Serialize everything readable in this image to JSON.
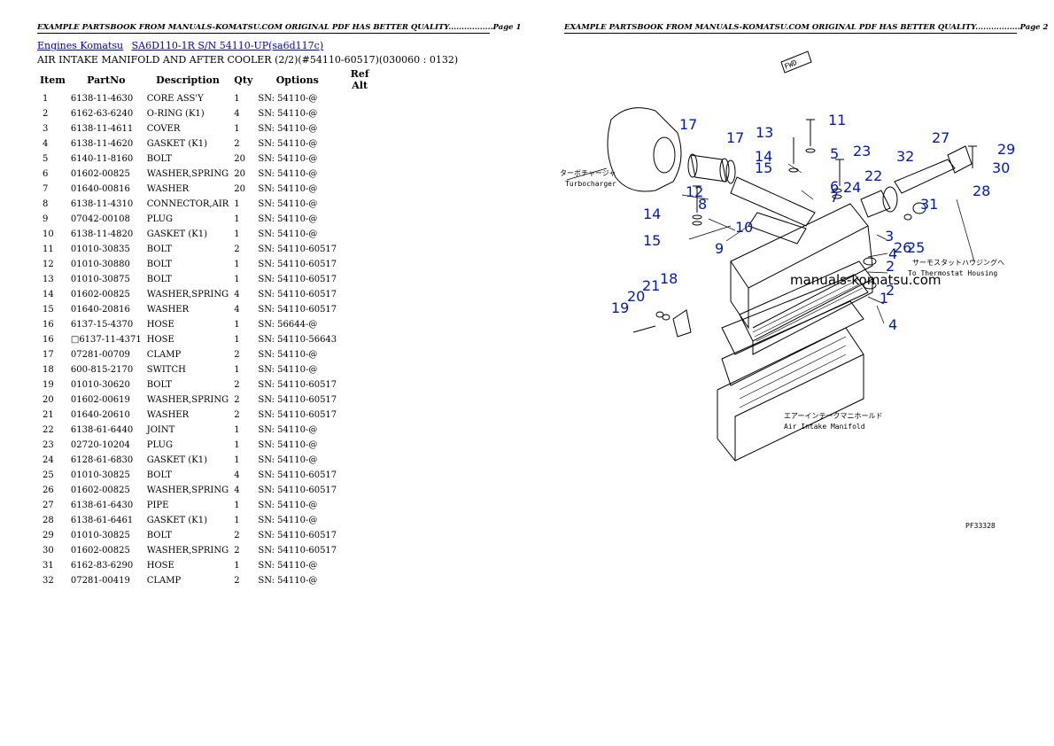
{
  "header": {
    "page1": "EXAMPLE PARTSBOOK FROM MANUALS-KOMATSU.COM ORIGINAL PDF HAS BETTER QUALITY.................Page 1",
    "page2": "EXAMPLE PARTSBOOK FROM MANUALS-KOMATSU.COM ORIGINAL PDF HAS BETTER QUALITY.................Page 2"
  },
  "breadcrumb": {
    "link1": "Engines Komatsu",
    "link2": "SA6D110-1R S/N 54110-UP(sa6d117c)"
  },
  "subtitle": "AIR INTAKE MANIFOLD AND AFTER COOLER (2/2)(#54110-60517)(030060 : 0132)",
  "table": {
    "headers": [
      "Item",
      "PartNo",
      "Description",
      "Qty",
      "Options",
      "Ref Alt"
    ],
    "rows": [
      [
        "1",
        "6138-11-4630",
        "CORE ASS'Y",
        "1",
        "SN: 54110-@",
        ""
      ],
      [
        "2",
        "6162-63-6240",
        "O-RING (K1)",
        "4",
        "SN: 54110-@",
        ""
      ],
      [
        "3",
        "6138-11-4611",
        "COVER",
        "1",
        "SN: 54110-@",
        ""
      ],
      [
        "4",
        "6138-11-4620",
        "GASKET (K1)",
        "2",
        "SN: 54110-@",
        ""
      ],
      [
        "5",
        "6140-11-8160",
        "BOLT",
        "20",
        "SN: 54110-@",
        ""
      ],
      [
        "6",
        "01602-00825",
        "WASHER,SPRING",
        "20",
        "SN: 54110-@",
        ""
      ],
      [
        "7",
        "01640-00816",
        "WASHER",
        "20",
        "SN: 54110-@",
        ""
      ],
      [
        "8",
        "6138-11-4310",
        "CONNECTOR,AIR",
        "1",
        "SN: 54110-@",
        ""
      ],
      [
        "9",
        "07042-00108",
        "PLUG",
        "1",
        "SN: 54110-@",
        ""
      ],
      [
        "10",
        "6138-11-4820",
        "GASKET (K1)",
        "1",
        "SN: 54110-@",
        ""
      ],
      [
        "11",
        "01010-30835",
        "BOLT",
        "2",
        "SN: 54110-60517",
        ""
      ],
      [
        "12",
        "01010-30880",
        "BOLT",
        "1",
        "SN: 54110-60517",
        ""
      ],
      [
        "13",
        "01010-30875",
        "BOLT",
        "1",
        "SN: 54110-60517",
        ""
      ],
      [
        "14",
        "01602-00825",
        "WASHER,SPRING",
        "4",
        "SN: 54110-60517",
        ""
      ],
      [
        "15",
        "01640-20816",
        "WASHER",
        "4",
        "SN: 54110-60517",
        ""
      ],
      [
        "16",
        "6137-15-4370",
        "HOSE",
        "1",
        "SN: 56644-@",
        ""
      ],
      [
        "16",
        "□6137-11-4371",
        "HOSE",
        "1",
        "SN: 54110-56643",
        ""
      ],
      [
        "17",
        "07281-00709",
        "CLAMP",
        "2",
        "SN: 54110-@",
        ""
      ],
      [
        "18",
        "600-815-2170",
        "SWITCH",
        "1",
        "SN: 54110-@",
        ""
      ],
      [
        "19",
        "01010-30620",
        "BOLT",
        "2",
        "SN: 54110-60517",
        ""
      ],
      [
        "20",
        "01602-00619",
        "WASHER,SPRING",
        "2",
        "SN: 54110-60517",
        ""
      ],
      [
        "21",
        "01640-20610",
        "WASHER",
        "2",
        "SN: 54110-60517",
        ""
      ],
      [
        "22",
        "6138-61-6440",
        "JOINT",
        "1",
        "SN: 54110-@",
        ""
      ],
      [
        "23",
        "02720-10204",
        "PLUG",
        "1",
        "SN: 54110-@",
        ""
      ],
      [
        "24",
        "6128-61-6830",
        "GASKET (K1)",
        "1",
        "SN: 54110-@",
        ""
      ],
      [
        "25",
        "01010-30825",
        "BOLT",
        "4",
        "SN: 54110-60517",
        ""
      ],
      [
        "26",
        "01602-00825",
        "WASHER,SPRING",
        "4",
        "SN: 54110-60517",
        ""
      ],
      [
        "27",
        "6138-61-6430",
        "PIPE",
        "1",
        "SN: 54110-@",
        ""
      ],
      [
        "28",
        "6138-61-6461",
        "GASKET (K1)",
        "1",
        "SN: 54110-@",
        ""
      ],
      [
        "29",
        "01010-30825",
        "BOLT",
        "2",
        "SN: 54110-60517",
        ""
      ],
      [
        "30",
        "01602-00825",
        "WASHER,SPRING",
        "2",
        "SN: 54110-60517",
        ""
      ],
      [
        "31",
        "6162-83-6290",
        "HOSE",
        "1",
        "SN: 54110-@",
        ""
      ],
      [
        "32",
        "07281-00419",
        "CLAMP",
        "2",
        "SN: 54110-@",
        ""
      ]
    ]
  },
  "diagram": {
    "fwd": "FWD",
    "turbo_jp": "ターボチャージャ",
    "turbo_en": "Turbocharger",
    "thermo_jp": "サーモスタットハウジングへ",
    "thermo_en": "To Thermostat Housing",
    "manifold_jp": "エアーインテークマニホールド",
    "manifold_en": "Air Intake Manifold",
    "watermark": "manuals-komatsu.com",
    "figure_code": "PF33328",
    "callouts": [
      "1",
      "2",
      "2",
      "3",
      "4",
      "4",
      "5",
      "6",
      "7",
      "8",
      "9",
      "10",
      "11",
      "12",
      "13",
      "14",
      "14",
      "15",
      "15",
      "17",
      "17",
      "18",
      "19",
      "20",
      "21",
      "22",
      "23",
      "24",
      "25",
      "26",
      "27",
      "28",
      "29",
      "30",
      "31",
      "32"
    ]
  }
}
